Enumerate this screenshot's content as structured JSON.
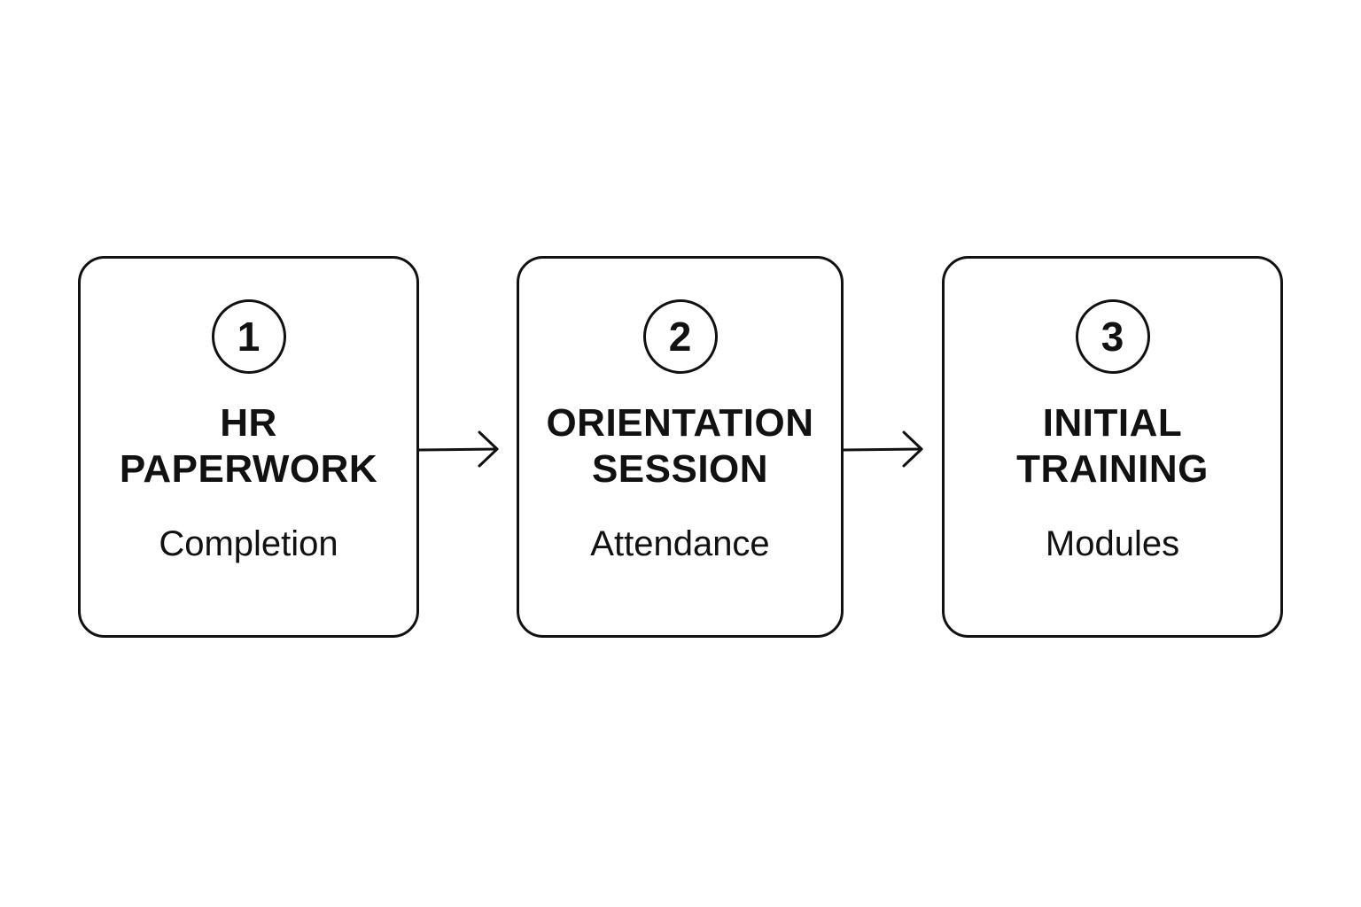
{
  "steps": [
    {
      "number": "1",
      "title_lines": [
        "HR",
        "PAPERWORK"
      ],
      "subtitle": "Completion"
    },
    {
      "number": "2",
      "title_lines": [
        "ORIENTATION",
        "SESSION"
      ],
      "subtitle": "Attendance"
    },
    {
      "number": "3",
      "title_lines": [
        "INITIAL",
        "TRAINING"
      ],
      "subtitle": "Modules"
    }
  ],
  "colors": {
    "stroke": "#111111",
    "background": "#ffffff"
  },
  "icons": {
    "connector": "arrow-right-icon"
  }
}
